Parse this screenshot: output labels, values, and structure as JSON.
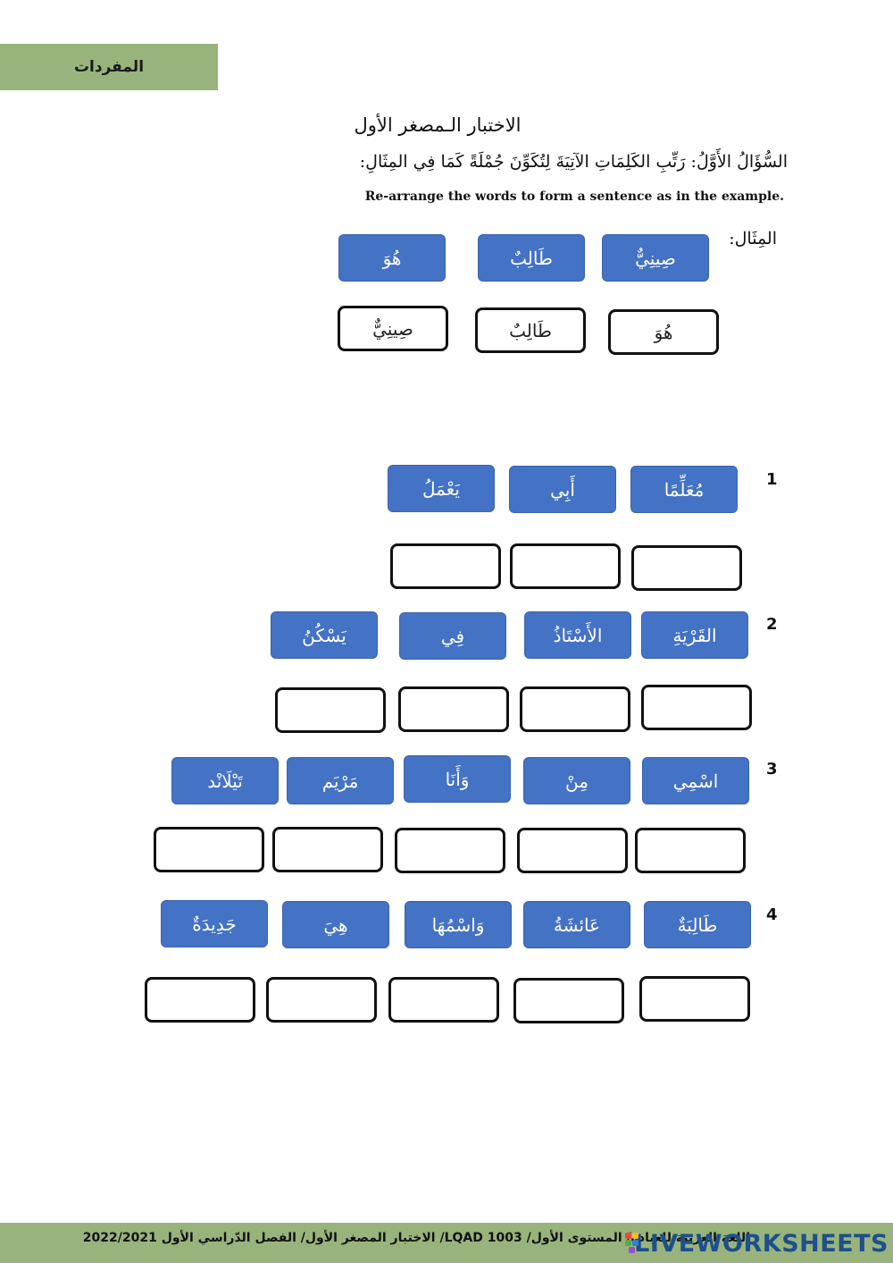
{
  "header": {
    "section_tag": "المفردات"
  },
  "quiz": {
    "title": "الاختبار الـمصغر الأول",
    "question": "السُّؤَالُ الأَوَّلُ: رَتِّبِ الكَلِمَاتِ الآتِيَةَ لِتُكَوِّنَ جُمْلَةً كَمَا فِي المِثَالِ:",
    "instruction": "Re-arrange the words to form a sentence as in the example."
  },
  "example": {
    "label": "المِثَال:",
    "words": [
      "صِينِيٌّ",
      "طَالِبٌ",
      "هُوَ"
    ],
    "answer": [
      "هُوَ",
      "طَالِبٌ",
      "صِينِيٌّ"
    ]
  },
  "questions": [
    {
      "number": "1",
      "words": [
        "مُعَلِّمًا",
        "أَبِي",
        "يَعْمَلُ"
      ]
    },
    {
      "number": "2",
      "words": [
        "القَرْيَةِ",
        "الأَسْتَاذُ",
        "فِي",
        "يَسْكُنُ"
      ]
    },
    {
      "number": "3",
      "words": [
        "اسْمِي",
        "مِنْ",
        "وَأَنَا",
        "مَرْيَم",
        "تَيْلَانْد"
      ]
    },
    {
      "number": "4",
      "words": [
        "طَالِبَةٌ",
        "عَائشَةُ",
        "وَاسْمُهَا",
        "هِيَ",
        "جَدِيدَةٌ"
      ]
    }
  ],
  "footer": {
    "text": "اللغة العربية للعبادة/ المستوى الأول/ LQAD 1003/ الاختبار المصغر الأول/ الفصل الدّراسي الأول 2022/2021",
    "brand": "LIVEWORKSHEETS"
  },
  "colors": {
    "tile": "#4472c4",
    "bar": "#98b47c",
    "brand": "#1f4f8b"
  }
}
